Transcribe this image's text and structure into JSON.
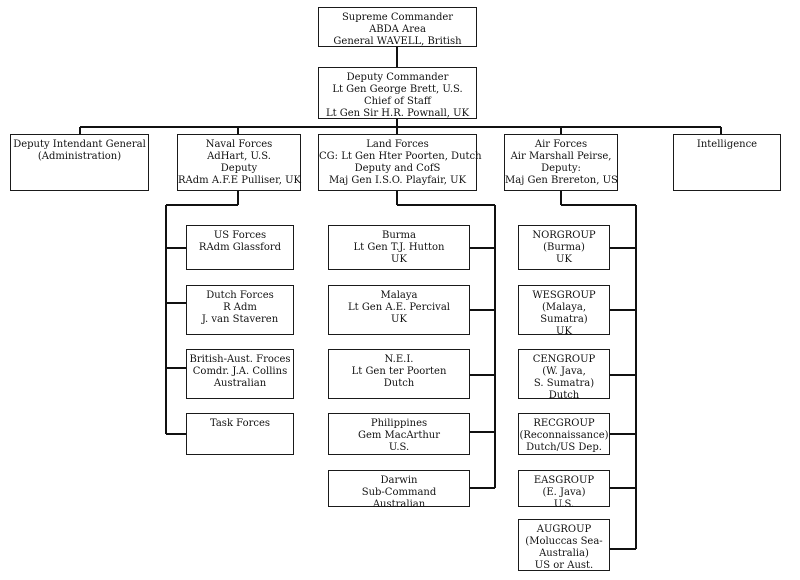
{
  "diagram": {
    "top": {
      "supreme": [
        "Supreme Commander",
        "ABDA Area",
        "General WAVELL, British"
      ],
      "deputy": [
        "Deputy Commander",
        "Lt Gen George Brett, U.S.",
        "Chief of Staff",
        "Lt Gen Sir H.R. Pownall, UK"
      ]
    },
    "branches": {
      "intendant": [
        "Deputy Intendant General",
        "(Administration)"
      ],
      "naval": [
        "Naval Forces",
        "AdHart, U.S.",
        "Deputy",
        "RAdm A.F.E Pulliser, UK"
      ],
      "land": [
        "Land Forces",
        "CG: Lt Gen Hter Poorten, Dutch",
        "Deputy and CofS",
        "Maj Gen I.S.O. Playfair, UK"
      ],
      "air": [
        "Air Forces",
        "Air Marshall Peirse,",
        "Deputy:",
        "Maj Gen Brereton, US"
      ],
      "intelligence": [
        "Intelligence"
      ]
    },
    "naval_units": [
      [
        "US Forces",
        "RAdm Glassford"
      ],
      [
        "Dutch Forces",
        "R Adm",
        "J. van Staveren"
      ],
      [
        "British-Aust. Froces",
        "Comdr. J.A. Collins",
        "Australian"
      ],
      [
        "Task Forces"
      ]
    ],
    "land_units": [
      [
        "Burma",
        "Lt Gen T.J. Hutton",
        "UK"
      ],
      [
        "Malaya",
        "Lt Gen A.E. Percival",
        "UK"
      ],
      [
        "N.E.I.",
        "Lt Gen ter Poorten",
        "Dutch"
      ],
      [
        "Philippines",
        "Gem MacArthur",
        "U.S."
      ],
      [
        "Darwin",
        "Sub-Command",
        "Australian"
      ]
    ],
    "air_units": [
      [
        "NORGROUP",
        "(Burma)",
        "UK"
      ],
      [
        "WESGROUP",
        "(Malaya,",
        "Sumatra)",
        "UK"
      ],
      [
        "CENGROUP",
        "(W. Java,",
        "S. Sumatra)",
        "Dutch"
      ],
      [
        "RECGROUP",
        "(Reconnaissance)",
        "Dutch/US Dep."
      ],
      [
        "EASGROUP",
        "(E. Java)",
        "U.S."
      ],
      [
        "AUGROUP",
        "(Moluccas Sea-",
        "Australia)",
        "US or Aust."
      ]
    ]
  }
}
